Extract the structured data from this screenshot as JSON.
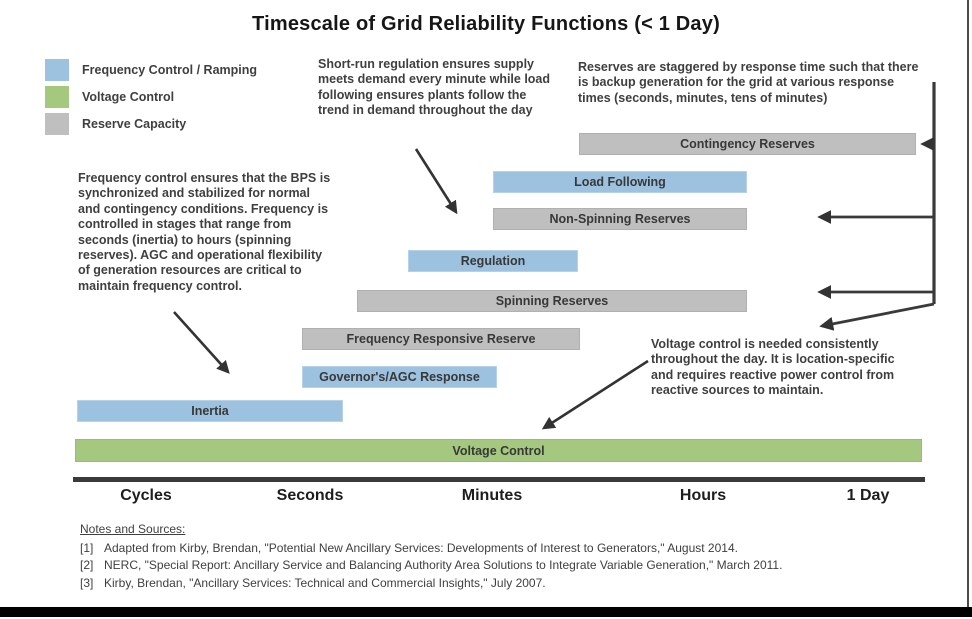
{
  "title": "Timescale of Grid Reliability Functions (< 1 Day)",
  "colors": {
    "frequency_control": "#9CC2E0",
    "voltage_control": "#A3C87E",
    "reserve_capacity": "#BFBFBF",
    "text": "#3F3F3F",
    "arrows": "#333333"
  },
  "legend": {
    "items": [
      {
        "label": "Frequency Control / Ramping",
        "color": "#9CC2E0"
      },
      {
        "label": "Voltage Control",
        "color": "#A3C87E"
      },
      {
        "label": "Reserve Capacity",
        "color": "#BFBFBF"
      }
    ]
  },
  "annotations": {
    "short_run": "Short-run regulation ensures supply meets demand every minute while load following ensures plants follow the trend in demand throughout the day",
    "reserves_staggered": "Reserves are staggered by response time such that there is backup generation for the grid at various response times (seconds, minutes, tens of minutes)",
    "frequency_control": "Frequency control ensures that the BPS is synchronized and stabilized for normal and contingency conditions. Frequency is controlled in stages that range from seconds (inertia) to hours (spinning reserves). AGC and operational flexibility of generation resources are critical to maintain frequency control.",
    "voltage_control": "Voltage control is needed consistently throughout the day. It is location-specific and requires reactive power control from reactive sources to maintain."
  },
  "bars": {
    "contingency": "Contingency Reserves",
    "load_following": "Load Following",
    "non_spinning": "Non-Spinning Reserves",
    "regulation": "Regulation",
    "spinning": "Spinning Reserves",
    "freq_responsive": "Frequency Responsive Reserve",
    "governors": "Governor's/AGC Response",
    "inertia": "Inertia",
    "voltage": "Voltage Control"
  },
  "axis": {
    "labels": [
      "Cycles",
      "Seconds",
      "Minutes",
      "Hours",
      "1 Day"
    ]
  },
  "notes": {
    "heading": "Notes and Sources:",
    "items": [
      {
        "ref": "[1]",
        "text": "Adapted from Kirby, Brendan, \"Potential New Ancillary Services: Developments of Interest to Generators,\" August 2014."
      },
      {
        "ref": "[2]",
        "text": "NERC, \"Special Report: Ancillary Service and Balancing Authority Area Solutions to Integrate Variable Generation,\" March 2011."
      },
      {
        "ref": "[3]",
        "text": "Kirby, Brendan, \"Ancillary Services: Technical and Commercial Insights,\" July 2007."
      }
    ]
  },
  "chart_data": {
    "type": "bar",
    "title": "Timescale of Grid Reliability Functions (< 1 Day)",
    "x_axis_labels": [
      "Cycles",
      "Seconds",
      "Minutes",
      "Hours",
      "1 Day"
    ],
    "x_axis_scale": "qualitative response-time scale from cycles to 1 day",
    "legend_position": "top-left",
    "bars": [
      {
        "label": "Inertia",
        "category": "Frequency Control / Ramping",
        "color": "#9CC2E0",
        "span": [
          "Cycles",
          "Seconds"
        ],
        "x_frac": [
          0.005,
          0.317
        ]
      },
      {
        "label": "Governor's/AGC Response",
        "category": "Frequency Control / Ramping",
        "color": "#9CC2E0",
        "span": [
          "Seconds",
          "Minutes"
        ],
        "x_frac": [
          0.269,
          0.498
        ]
      },
      {
        "label": "Frequency Responsive Reserve",
        "category": "Reserve Capacity",
        "color": "#BFBFBF",
        "span": [
          "Seconds",
          "Minutes"
        ],
        "x_frac": [
          0.269,
          0.595
        ]
      },
      {
        "label": "Spinning Reserves",
        "category": "Reserve Capacity",
        "color": "#BFBFBF",
        "span": [
          "Seconds",
          "Hours"
        ],
        "x_frac": [
          0.333,
          0.791
        ]
      },
      {
        "label": "Regulation",
        "category": "Frequency Control / Ramping",
        "color": "#9CC2E0",
        "span": [
          "Seconds",
          "Minutes"
        ],
        "x_frac": [
          0.393,
          0.593
        ]
      },
      {
        "label": "Non-Spinning Reserves",
        "category": "Reserve Capacity",
        "color": "#BFBFBF",
        "span": [
          "Minutes",
          "Hours"
        ],
        "x_frac": [
          0.493,
          0.791
        ]
      },
      {
        "label": "Load Following",
        "category": "Frequency Control / Ramping",
        "color": "#9CC2E0",
        "span": [
          "Minutes",
          "Hours"
        ],
        "x_frac": [
          0.493,
          0.791
        ]
      },
      {
        "label": "Contingency Reserves",
        "category": "Reserve Capacity",
        "color": "#BFBFBF",
        "span": [
          "Minutes",
          "1 Day"
        ],
        "x_frac": [
          0.594,
          0.989
        ]
      },
      {
        "label": "Voltage Control",
        "category": "Voltage Control",
        "color": "#A3C87E",
        "span": [
          "Cycles",
          "1 Day"
        ],
        "x_frac": [
          0.002,
          0.996
        ]
      }
    ]
  }
}
